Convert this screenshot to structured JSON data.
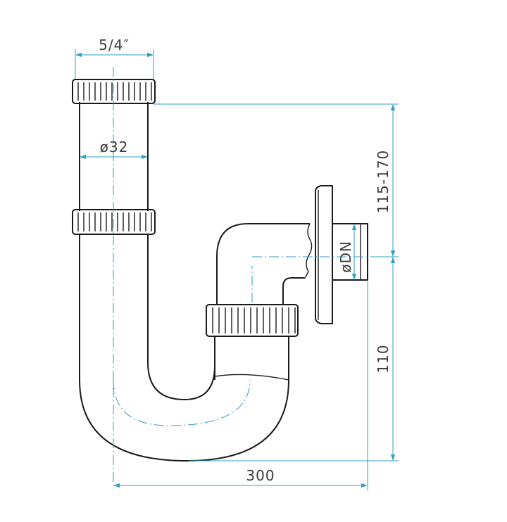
{
  "dimensions": {
    "thread_size": "5/4″",
    "tube_diameter": "ø32",
    "wall_outlet_diameter": "øDN",
    "height_range": "115-170",
    "height_lower": "110",
    "total_width": "300"
  },
  "colors": {
    "dimension_line": "#2f9fc4",
    "outline": "#1a1a1a",
    "background": "#ffffff"
  }
}
